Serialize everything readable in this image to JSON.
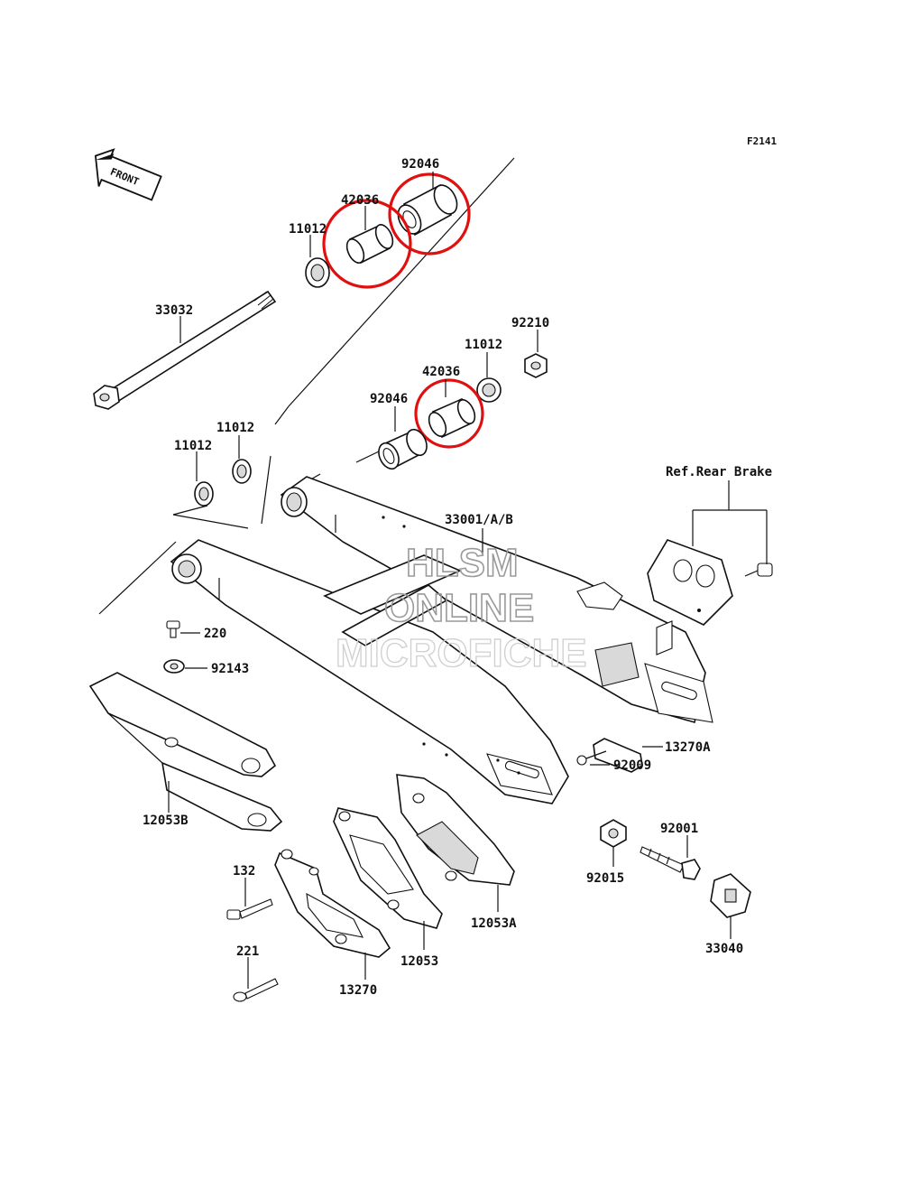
{
  "figure_code": "F2141",
  "front_arrow_label": "FRONT",
  "ref_label": "Ref.Rear Brake",
  "watermark": {
    "line1": "HLSM",
    "line2": "ONLINE",
    "line3": "MICROFICHE"
  },
  "parts": {
    "p92046_top": "92046",
    "p42036_top": "42036",
    "p11012_top": "11012",
    "p33032": "33032",
    "p92210": "92210",
    "p11012_mid": "11012",
    "p42036_mid": "42036",
    "p92046_mid": "92046",
    "p11012_left_a": "11012",
    "p11012_left_b": "11012",
    "p33001": "33001/A/B",
    "p220": "220",
    "p92143": "92143",
    "p12053B": "12053B",
    "p13270A": "13270A",
    "p92009": "92009",
    "p92001": "92001",
    "p92015": "92015",
    "p33040": "33040",
    "p132": "132",
    "p221": "221",
    "p13270": "13270",
    "p12053": "12053",
    "p12053A": "12053A"
  },
  "highlight_color": "#e01010"
}
